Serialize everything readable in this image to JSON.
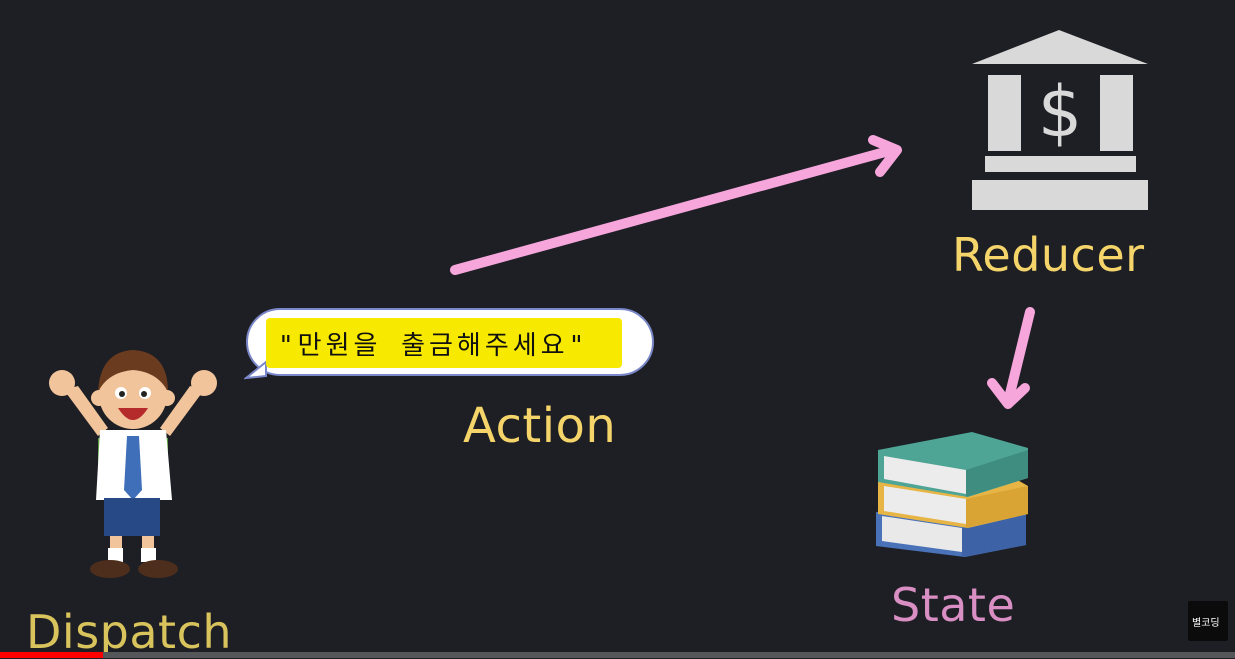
{
  "diagram": {
    "reducer_label": "Reducer",
    "action_label": "Action",
    "dispatch_label": "Dispatch",
    "state_label": "State",
    "speech_text": "\"만원을 출금해주세요\"",
    "bank_symbol": "$",
    "nodes": {
      "reducer_icon": "bank-icon",
      "state_icon": "books-icon",
      "dispatch_icon": "cheering-boy-illustration"
    },
    "edges": [
      {
        "from": "Action",
        "to": "Reducer",
        "color": "#f7a6dc"
      },
      {
        "from": "Reducer",
        "to": "State",
        "color": "#f7a6dc"
      }
    ],
    "colors": {
      "background": "#1e1f25",
      "title_yellow": "#f5d56a",
      "state_pink": "#d98fc4",
      "arrow_pink": "#f7a6dc",
      "highlight_yellow": "#f7ea00"
    }
  },
  "player": {
    "channel_badge": "별코딩",
    "progress": 0.083
  }
}
